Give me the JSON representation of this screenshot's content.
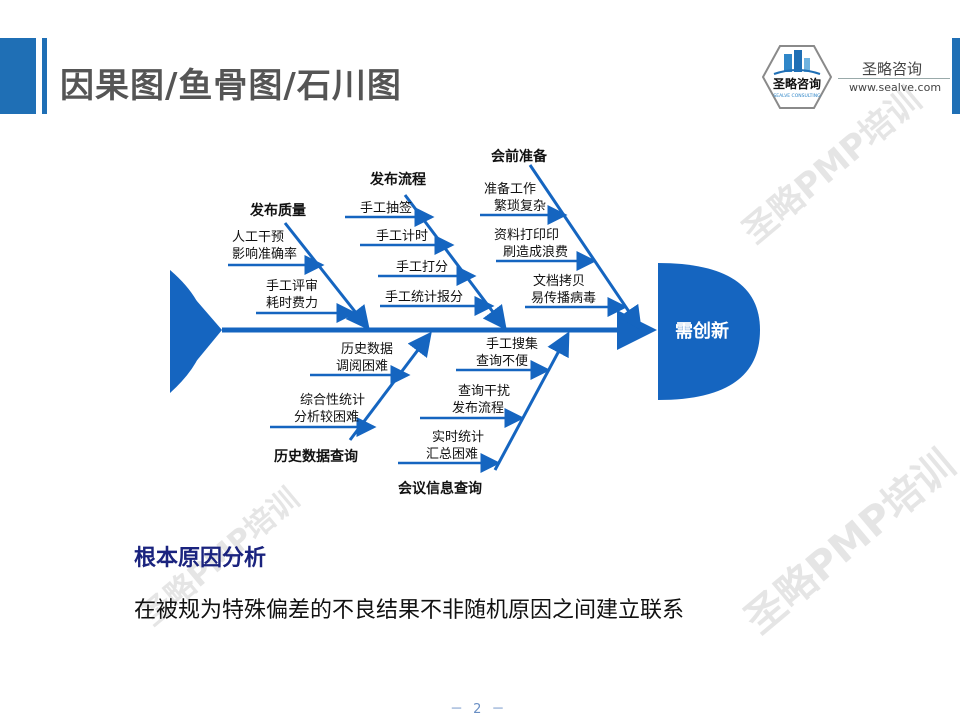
{
  "header": {
    "title": "因果图/鱼骨图/石川图",
    "logo_badge": "圣略咨询",
    "logo_small": "SEALVE CONSULTING",
    "logo_name": "圣略咨询",
    "logo_url": "www.sealve.com"
  },
  "diagram": {
    "head_label": "需创新",
    "categories": [
      {
        "name": "发布质量",
        "causes": [
          [
            "人工干预",
            "影响准确率"
          ],
          [
            "手工评审",
            "耗时费力"
          ]
        ]
      },
      {
        "name": "发布流程",
        "causes": [
          [
            "手工抽签"
          ],
          [
            "手工计时"
          ],
          [
            "手工打分"
          ],
          [
            "手工统计报分"
          ]
        ]
      },
      {
        "name": "会前准备",
        "causes": [
          [
            "准备工作",
            "繁琐复杂"
          ],
          [
            "资料打印印",
            "刷造成浪费"
          ],
          [
            "文档拷贝",
            "易传播病毒"
          ]
        ]
      },
      {
        "name": "历史数据查询",
        "causes": [
          [
            "历史数据",
            "调阅困难"
          ],
          [
            "综合性统计",
            "分析较困难"
          ]
        ]
      },
      {
        "name": "会议信息查询",
        "causes": [
          [
            "手工搜集",
            "查询不便"
          ],
          [
            "查询干扰",
            "发布流程"
          ],
          [
            "实时统计",
            "汇总困难"
          ]
        ]
      }
    ],
    "colors": {
      "bone": "#1565c0",
      "head": "#1565c0",
      "head_text": "#ffffff"
    }
  },
  "section": {
    "heading": "根本原因分析",
    "body": "在被规为特殊偏差的不良结果不非随机原因之间建立联系"
  },
  "footer": {
    "page": "－ 2 －"
  },
  "watermarks": [
    "圣略PMP培训",
    "圣略PMP培训",
    "圣略PMP培训"
  ]
}
